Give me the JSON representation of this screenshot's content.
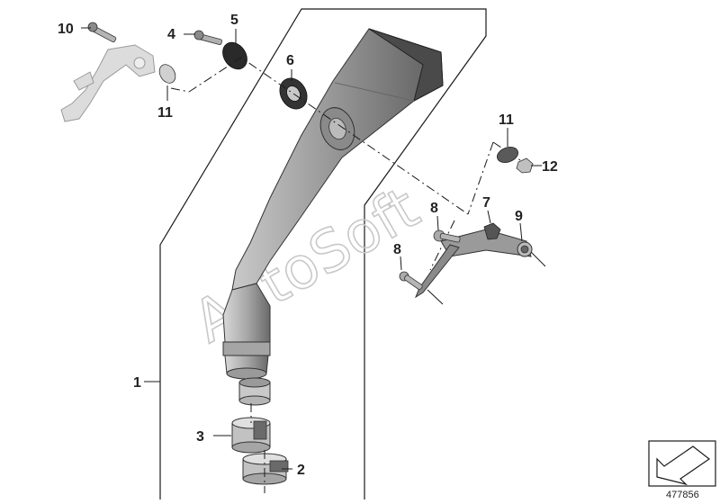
{
  "watermark": "AutoSoft",
  "diagram_number": "477856",
  "callouts": {
    "c1": "1",
    "c2": "2",
    "c3": "3",
    "c4": "4",
    "c5": "5",
    "c6": "6",
    "c7": "7",
    "c8a": "8",
    "c8b": "8",
    "c9": "9",
    "c10": "10",
    "c11a": "11",
    "c11b": "11",
    "c12": "12"
  },
  "colors": {
    "muffler_dark": "#6e6e6e",
    "muffler_mid": "#9a9a9a",
    "muffler_light": "#c9c9c9",
    "bracket_ghost": "#d9d9d9",
    "outline": "#1a1a1a"
  },
  "icons": [
    "arrow-down-left-icon"
  ]
}
